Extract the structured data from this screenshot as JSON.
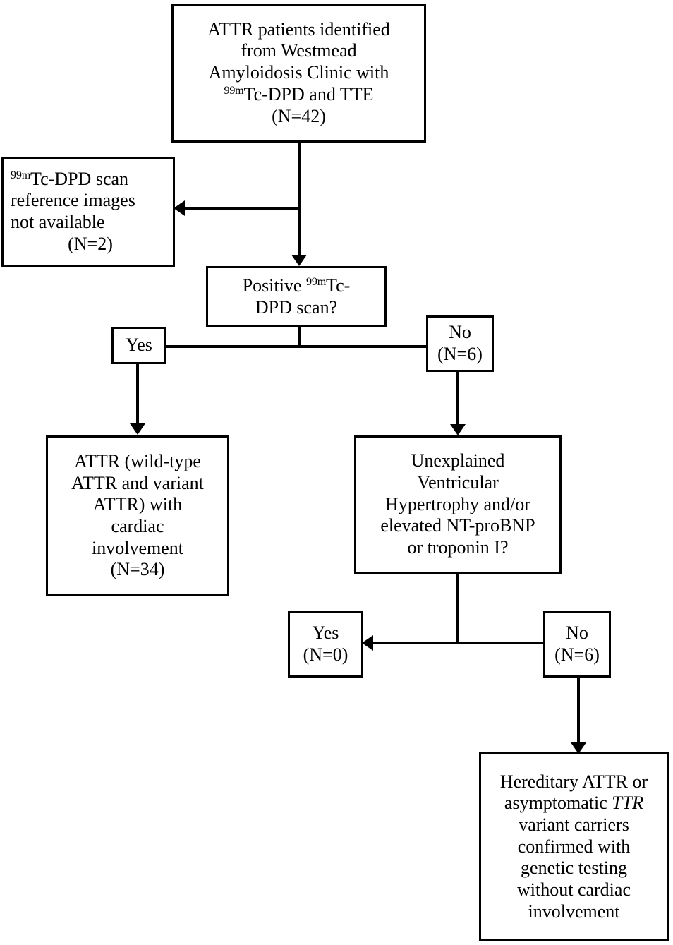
{
  "diagram": {
    "type": "flowchart",
    "title": "ATTR patient identification and cardiac involvement flowchart",
    "nodes": {
      "cohort": {
        "id": "cohort",
        "lines": [
          "ATTR patients identified",
          "from Westmead",
          "Amyloidosis Clinic with",
          "Tc-DPD and TTE",
          "(N=42)"
        ],
        "superscript": "99m",
        "count": "N=42"
      },
      "excluded": {
        "id": "excluded",
        "lines": [
          "Tc-DPD scan",
          "reference images",
          "not available",
          "(N=2)"
        ],
        "superscript": "99m",
        "count": "N=2"
      },
      "decision_dpd": {
        "id": "decision-dpd",
        "lines": [
          "Positive",
          "Tc-",
          "DPD scan?"
        ],
        "superscript": "99m"
      },
      "yes_dpd": {
        "id": "yes-dpd",
        "lines": [
          "Yes"
        ]
      },
      "no_dpd": {
        "id": "no-dpd",
        "lines": [
          "No",
          "(N=6)"
        ],
        "count": "N=6"
      },
      "attr_cardiac": {
        "id": "attr-cardiac",
        "lines": [
          "ATTR (wild-type",
          "ATTR and variant",
          "ATTR) with",
          "cardiac",
          "involvement",
          "(N=34)"
        ],
        "count": "N=34"
      },
      "decision_hypertrophy": {
        "id": "decision-hypertrophy",
        "lines": [
          "Unexplained",
          "Ventricular",
          "Hypertrophy and/or",
          "elevated NT-proBNP",
          "or troponin I?"
        ]
      },
      "yes_hypertrophy": {
        "id": "yes-hypertrophy",
        "lines": [
          "Yes",
          "(N=0)"
        ],
        "count": "N=0"
      },
      "no_hypertrophy": {
        "id": "no-hypertrophy",
        "lines": [
          "No",
          "(N=6)"
        ],
        "count": "N=6"
      },
      "hereditary": {
        "id": "hereditary",
        "lines": [
          "Hereditary ATTR or",
          "asymptomatic TTR",
          "variant carriers",
          "confirmed with",
          "genetic testing",
          "without cardiac",
          "involvement"
        ],
        "italic_term": "TTR"
      }
    },
    "text": {
      "cohort_l1": "ATTR patients identified",
      "cohort_l2": "from Westmead",
      "cohort_l3": "Amyloidosis Clinic with",
      "cohort_l4_sup": "99m",
      "cohort_l4_rest": "Tc-DPD and TTE",
      "cohort_l5": "(N=42)",
      "excluded_l1_sup": "99m",
      "excluded_l1_rest": "Tc-DPD scan",
      "excluded_l2": "reference images",
      "excluded_l3": "not available",
      "excluded_l4": "(N=2)",
      "decision_dpd_l1a": "Positive ",
      "decision_dpd_l1_sup": "99m",
      "decision_dpd_l1b": "Tc-",
      "decision_dpd_l2": "DPD scan?",
      "yes_dpd_l1": "Yes",
      "no_dpd_l1": "No",
      "no_dpd_l2": "(N=6)",
      "attr_l1": "ATTR (wild-type",
      "attr_l2": "ATTR and variant",
      "attr_l3": "ATTR) with",
      "attr_l4": "cardiac",
      "attr_l5": "involvement",
      "attr_l6": "(N=34)",
      "hyper_l1": "Unexplained",
      "hyper_l2": "Ventricular",
      "hyper_l3": "Hypertrophy and/or",
      "hyper_l4": "elevated NT-proBNP",
      "hyper_l5": "or troponin I?",
      "yes_hyper_l1": "Yes",
      "yes_hyper_l2": "(N=0)",
      "no_hyper_l1": "No",
      "no_hyper_l2": "(N=6)",
      "hered_l1": "Hereditary ATTR or",
      "hered_l2a": "asymptomatic ",
      "hered_l2b": "TTR",
      "hered_l3": "variant carriers",
      "hered_l4": "confirmed with",
      "hered_l5": "genetic testing",
      "hered_l6": "without cardiac",
      "hered_l7": "involvement"
    },
    "colors": {
      "stroke": "#000000",
      "fill": "#ffffff",
      "text": "#000000"
    }
  }
}
